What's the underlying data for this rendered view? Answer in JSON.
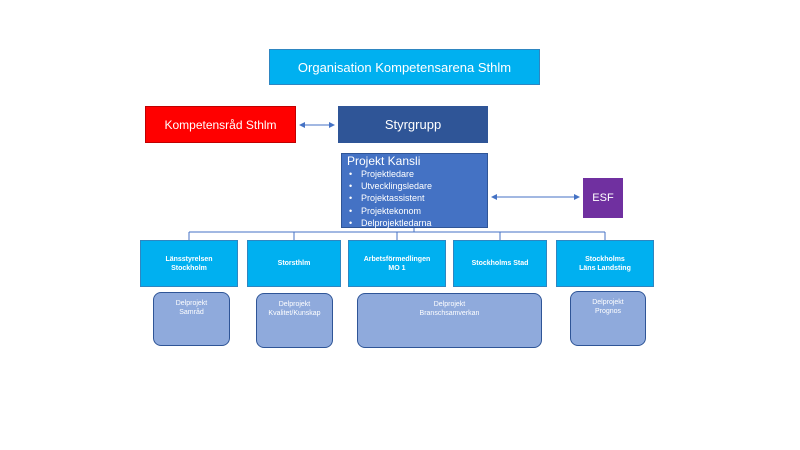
{
  "title": "Organisation Kompetensarena Sthlm",
  "kompetensrad": "Kompetensråd Sthlm",
  "styrgrupp": "Styrgrupp",
  "kansli": {
    "title": "Projekt Kansli",
    "items": [
      "Projektledare",
      "Utvecklingsledare",
      "Projektassistent",
      "Projektekonom",
      "Delprojektledarna"
    ]
  },
  "esf": "ESF",
  "orgs": [
    {
      "line1": "Länsstyrelsen",
      "line2": "Stockholm"
    },
    {
      "line1": "Storsthlm",
      "line2": ""
    },
    {
      "line1": "Arbetsförmedlingen",
      "line2": "MO 1"
    },
    {
      "line1": "Stockholms Stad",
      "line2": ""
    },
    {
      "line1": "Stockholms",
      "line2": "Läns Landsting"
    }
  ],
  "delprojekt": [
    {
      "line1": "Delprojekt",
      "line2": "Samråd"
    },
    {
      "line1": "Delprojekt",
      "line2": "Kvalitet/Kunskap"
    },
    {
      "line1": "Delprojekt",
      "line2": "Branschsamverkan"
    },
    {
      "line1": "Delprojekt",
      "line2": "Prognos"
    }
  ],
  "colors": {
    "title_bg": "#00b0f0",
    "kompetensrad_bg": "#ff0000",
    "styrgrupp_bg": "#2f5597",
    "kansli_bg": "#4472c4",
    "esf_bg": "#7030a0",
    "org_bg": "#00b0f0",
    "delprojekt_bg": "#8faadc",
    "connector": "#4472c4"
  }
}
